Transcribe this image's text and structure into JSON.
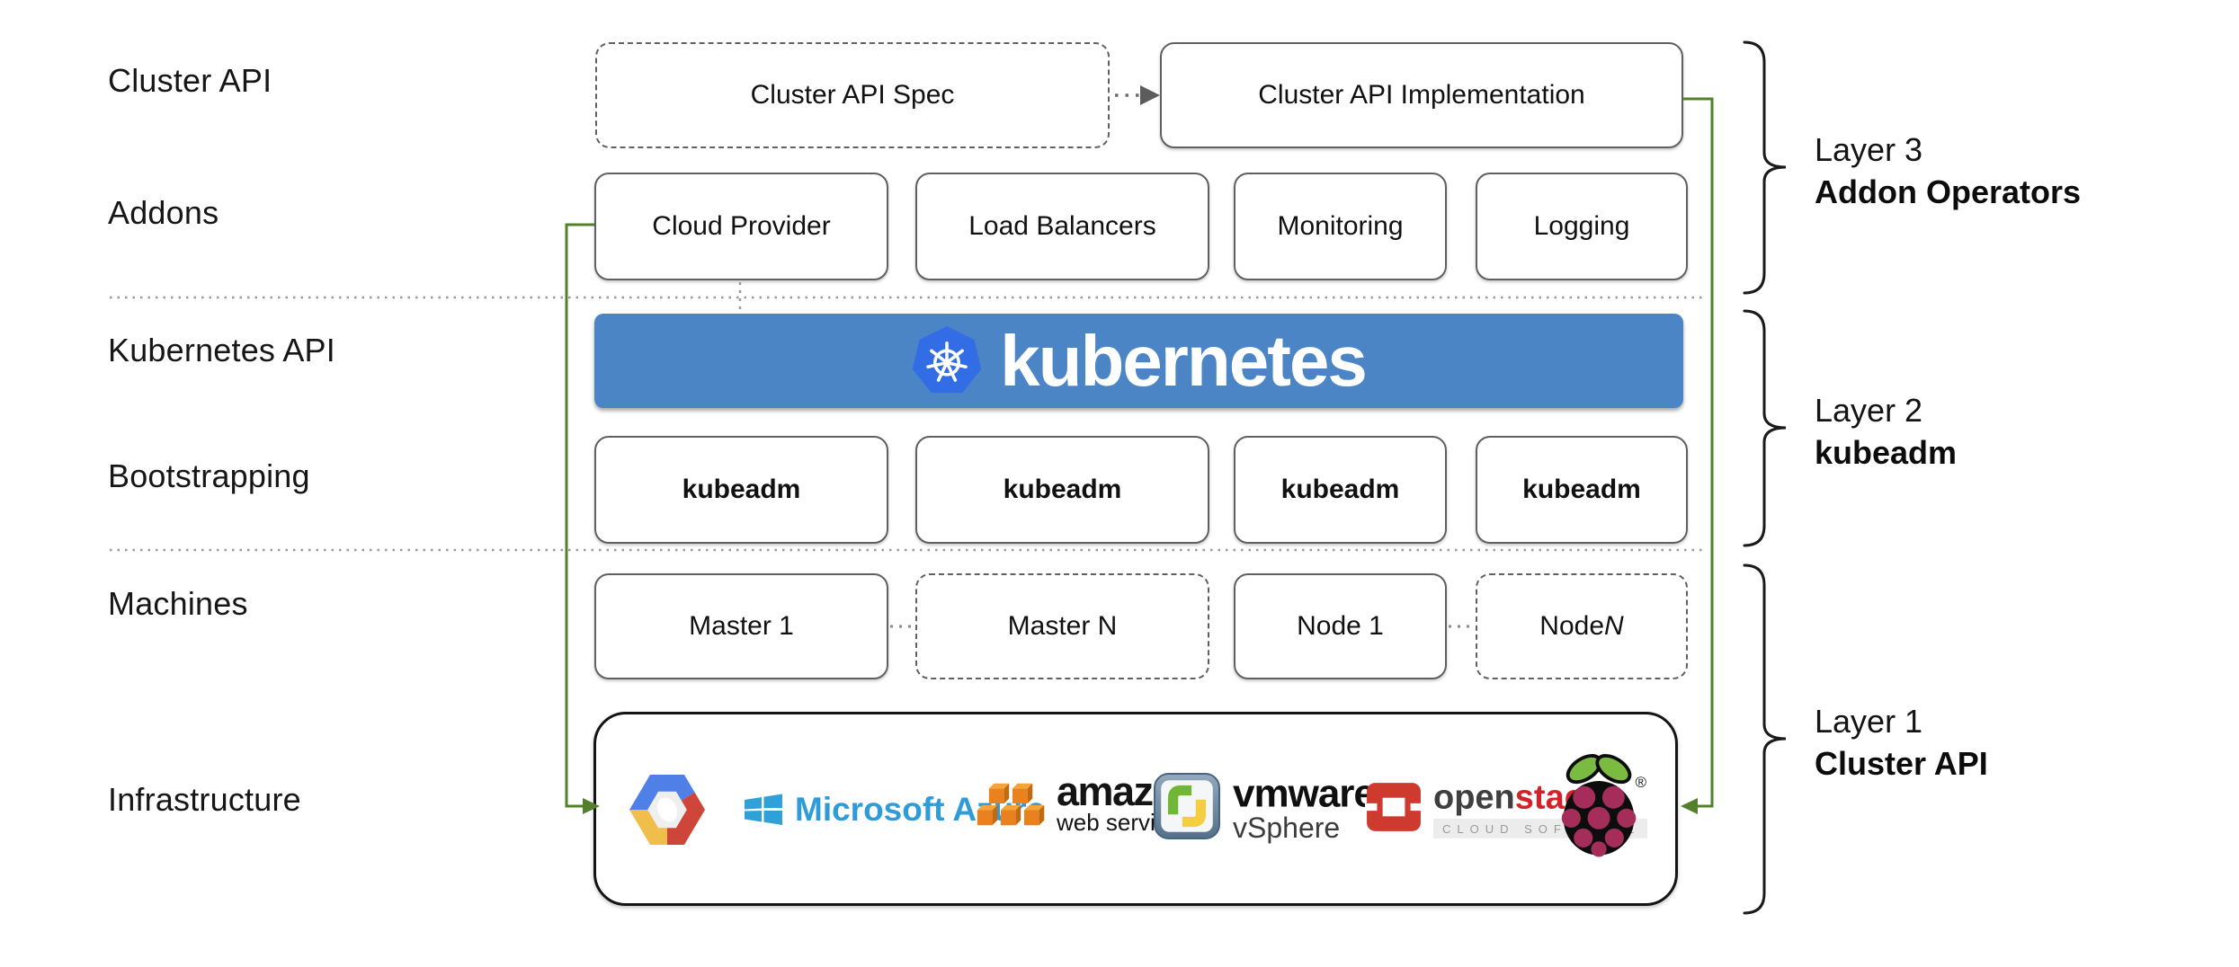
{
  "diagram": {
    "left_labels": [
      "Cluster API",
      "Addons",
      "Kubernetes API",
      "Bootstrapping",
      "Machines",
      "Infrastructure"
    ],
    "cluster_api_row": {
      "spec": "Cluster API Spec",
      "implementation": "Cluster API Implementation"
    },
    "addons": [
      "Cloud Provider",
      "Load Balancers",
      "Monitoring",
      "Logging"
    ],
    "kubernetes_banner": {
      "wordmark": "kubernetes"
    },
    "bootstrapping": [
      "kubeadm",
      "kubeadm",
      "kubeadm",
      "kubeadm"
    ],
    "machines": [
      {
        "text": "Master 1",
        "suffix": ""
      },
      {
        "text": "Master N",
        "suffix": ""
      },
      {
        "text": "Node 1",
        "suffix": ""
      },
      {
        "text": "Node ",
        "suffix": "N"
      }
    ],
    "layers": [
      {
        "line1": "Layer 3",
        "line2": "Addon Operators"
      },
      {
        "line1": "Layer 2",
        "line2": "kubeadm"
      },
      {
        "line1": "Layer 1",
        "line2": "Cluster API"
      }
    ],
    "infrastructure": {
      "provider_icons": [
        "google-cloud-icon",
        "microsoft-azure-icon",
        "amazon-web-services-icon",
        "vmware-vsphere-icon",
        "openstack-icon",
        "raspberry-pi-icon"
      ],
      "azure": {
        "text": "Microsoft Azure"
      },
      "amazon": {
        "title": "amazon",
        "subtitle": "web services"
      },
      "vmware": {
        "title": "vmware",
        "subtitle": "vSphere"
      },
      "openstack": {
        "part1": "open",
        "part2": "stack",
        "tm": "™",
        "subtitle": "CLOUD SOFTWARE"
      },
      "raspberry_pi": {
        "reg": "®"
      }
    },
    "colors": {
      "banner_blue": "#4b85c6",
      "k8s_logo_blue": "#326de6",
      "connector_green": "#54802d",
      "box_border_gray": "#5f6062",
      "azure_blue": "#2f9bd8",
      "aws_orange": "#e9821e",
      "openstack_red": "#d3222a",
      "raspberry_magenta": "#a42e59",
      "gcp_blue": "#4e80e8",
      "gcp_red": "#ce453a",
      "gcp_yellow": "#efbe4b"
    }
  }
}
